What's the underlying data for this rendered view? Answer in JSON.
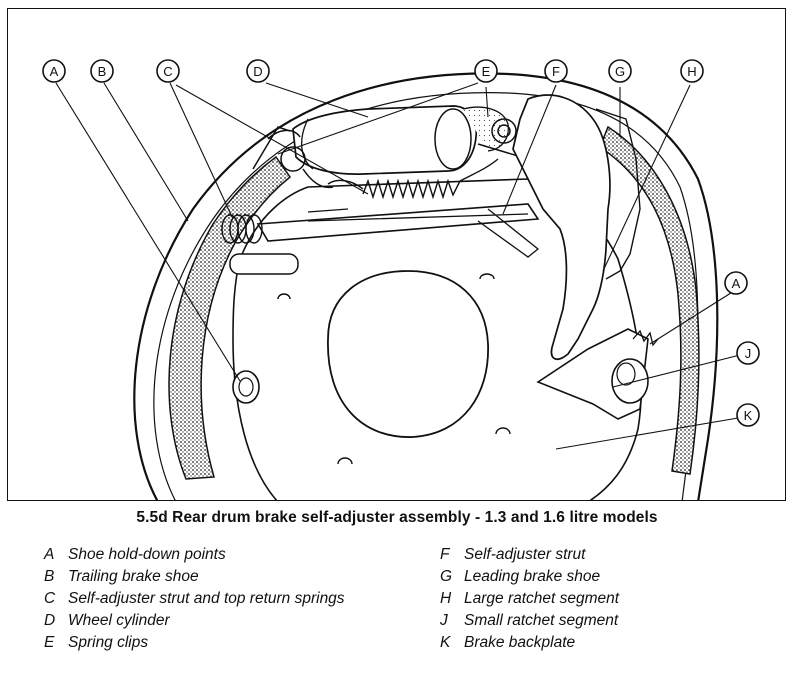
{
  "figure": {
    "callouts": [
      {
        "id": "A",
        "label": "A"
      },
      {
        "id": "B",
        "label": "B"
      },
      {
        "id": "C",
        "label": "C"
      },
      {
        "id": "D",
        "label": "D"
      },
      {
        "id": "E",
        "label": "E"
      },
      {
        "id": "F",
        "label": "F"
      },
      {
        "id": "G",
        "label": "G"
      },
      {
        "id": "H",
        "label": "H"
      },
      {
        "id": "A2",
        "label": "A"
      },
      {
        "id": "J",
        "label": "J"
      },
      {
        "id": "K",
        "label": "K"
      }
    ]
  },
  "caption": "5.5d Rear drum brake self-adjuster assembly - 1.3 and 1.6 litre models",
  "legend": {
    "left": [
      {
        "key": "A",
        "text": "Shoe hold-down points"
      },
      {
        "key": "B",
        "text": "Trailing brake shoe"
      },
      {
        "key": "C",
        "text": "Self-adjuster strut and top return springs"
      },
      {
        "key": "D",
        "text": "Wheel cylinder"
      },
      {
        "key": "E",
        "text": "Spring clips"
      }
    ],
    "right": [
      {
        "key": "F",
        "text": "Self-adjuster strut"
      },
      {
        "key": "G",
        "text": "Leading brake shoe"
      },
      {
        "key": "H",
        "text": "Large ratchet segment"
      },
      {
        "key": "J",
        "text": "Small ratchet segment"
      },
      {
        "key": "K",
        "text": "Brake backplate"
      }
    ]
  }
}
